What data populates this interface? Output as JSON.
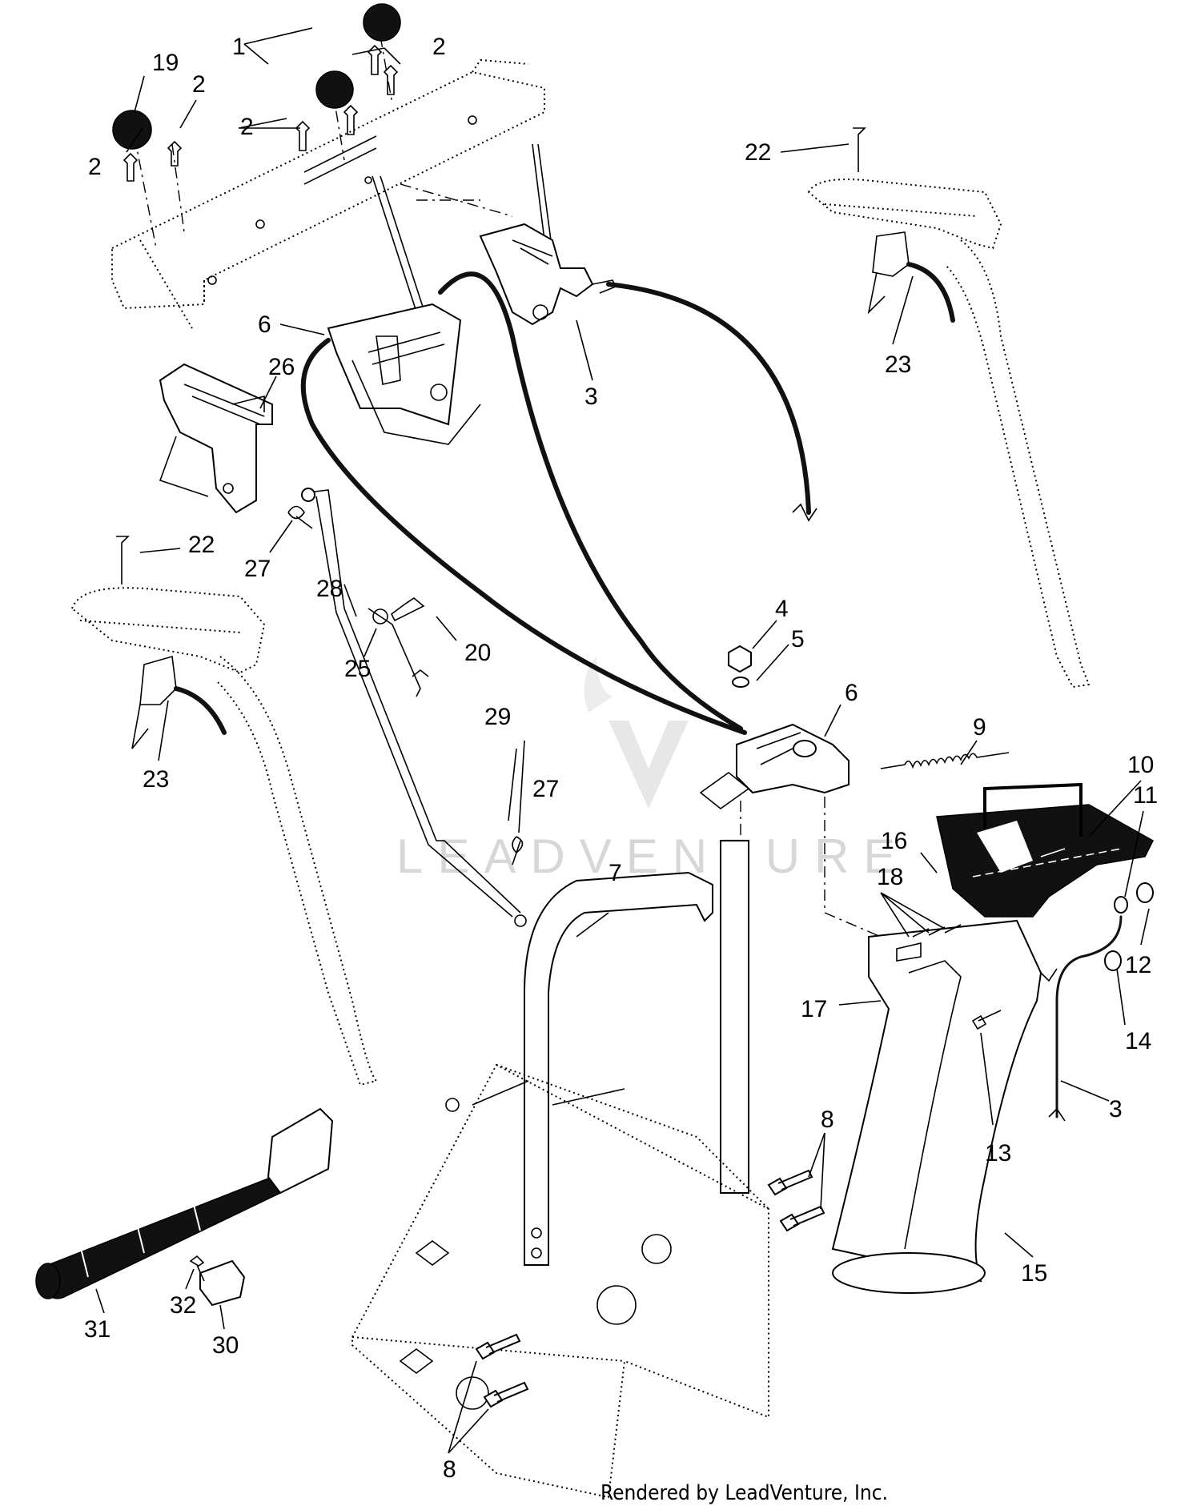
{
  "diagram": {
    "labels": [
      {
        "id": "1",
        "text": "1"
      },
      {
        "id": "2a",
        "text": "2"
      },
      {
        "id": "2b",
        "text": "2"
      },
      {
        "id": "2c",
        "text": "2"
      },
      {
        "id": "2d",
        "text": "2"
      },
      {
        "id": "19",
        "text": "19"
      },
      {
        "id": "22a",
        "text": "22"
      },
      {
        "id": "23a",
        "text": "23"
      },
      {
        "id": "3a",
        "text": "3"
      },
      {
        "id": "6a",
        "text": "6"
      },
      {
        "id": "26",
        "text": "26"
      },
      {
        "id": "27a",
        "text": "27"
      },
      {
        "id": "28",
        "text": "28"
      },
      {
        "id": "20",
        "text": "20"
      },
      {
        "id": "25",
        "text": "25"
      },
      {
        "id": "22b",
        "text": "22"
      },
      {
        "id": "23b",
        "text": "23"
      },
      {
        "id": "4",
        "text": "4"
      },
      {
        "id": "5",
        "text": "5"
      },
      {
        "id": "6b",
        "text": "6"
      },
      {
        "id": "9",
        "text": "9"
      },
      {
        "id": "10",
        "text": "10"
      },
      {
        "id": "11",
        "text": "11"
      },
      {
        "id": "16",
        "text": "16"
      },
      {
        "id": "18",
        "text": "18"
      },
      {
        "id": "12",
        "text": "12"
      },
      {
        "id": "29",
        "text": "29"
      },
      {
        "id": "27b",
        "text": "27"
      },
      {
        "id": "7",
        "text": "7"
      },
      {
        "id": "17",
        "text": "17"
      },
      {
        "id": "14",
        "text": "14"
      },
      {
        "id": "3b",
        "text": "3"
      },
      {
        "id": "13",
        "text": "13"
      },
      {
        "id": "8a",
        "text": "8"
      },
      {
        "id": "15",
        "text": "15"
      },
      {
        "id": "31",
        "text": "31"
      },
      {
        "id": "32",
        "text": "32"
      },
      {
        "id": "30",
        "text": "30"
      },
      {
        "id": "8b",
        "text": "8"
      }
    ],
    "watermark": "LEADVENTURE",
    "footer": "Rendered by LeadVenture, Inc."
  }
}
